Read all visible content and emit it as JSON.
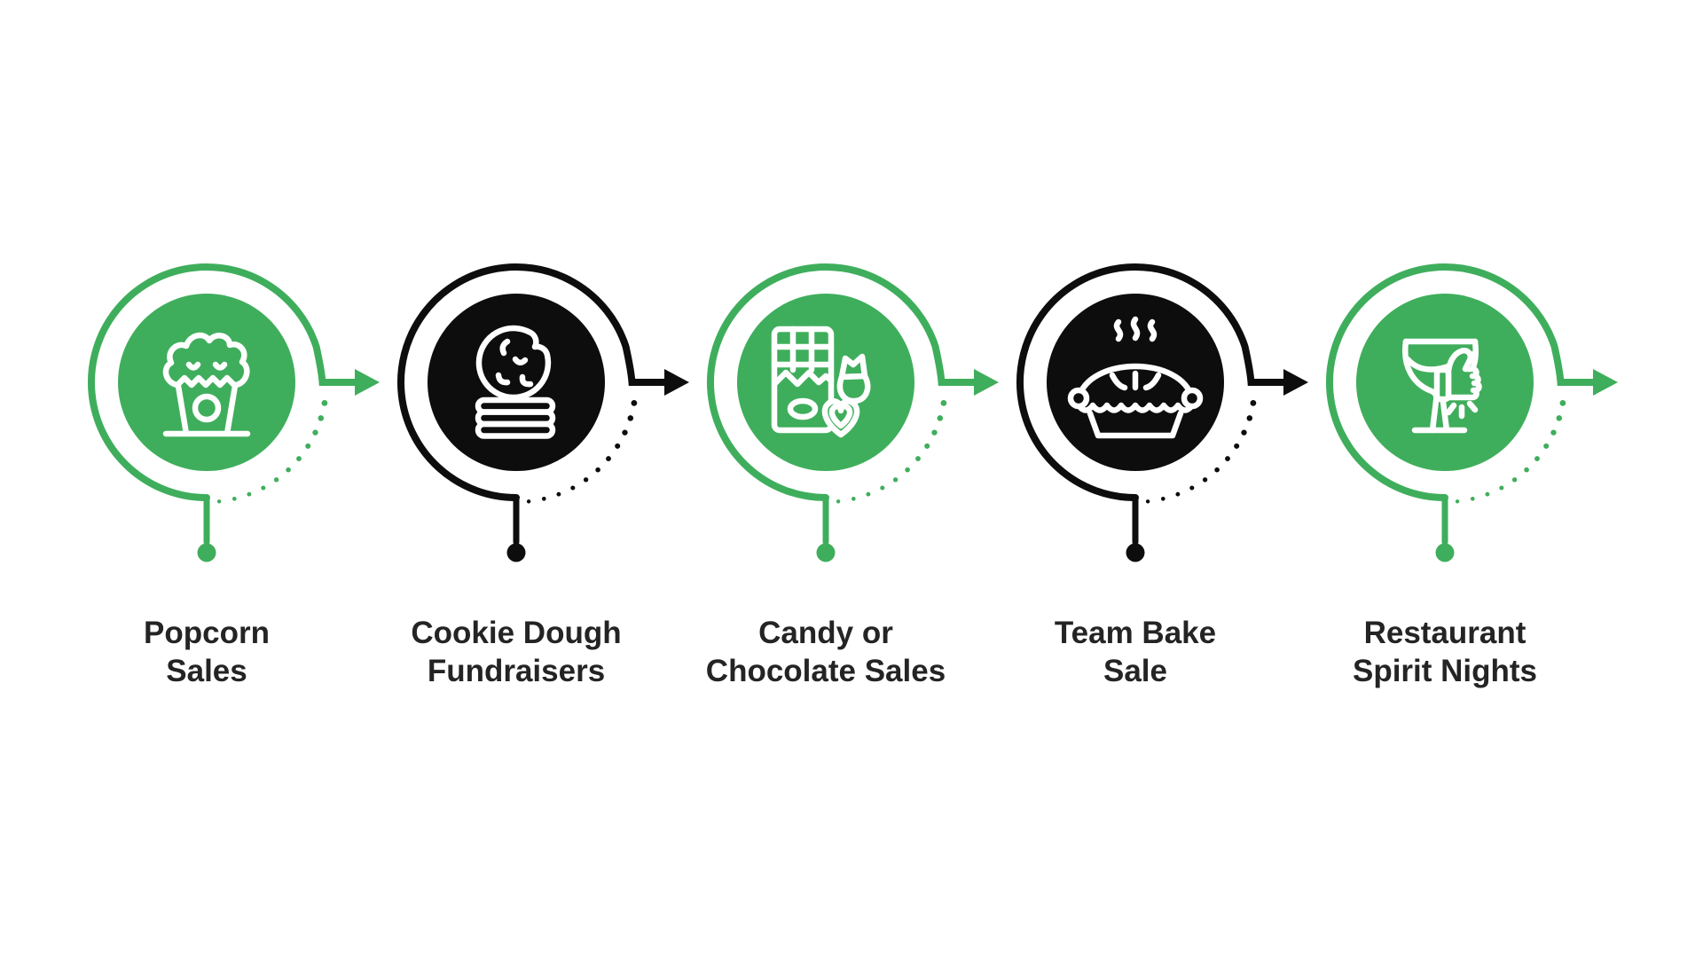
{
  "diagram": {
    "background_color": "#ffffff",
    "colors": {
      "green": "#3fae5c",
      "black": "#0d0d0d",
      "icon_stroke": "#ffffff",
      "label_text": "#242424"
    },
    "steps": [
      {
        "id": "popcorn-sales",
        "theme": "green",
        "icon": "popcorn-icon",
        "label_lines": [
          "Popcorn",
          "Sales"
        ]
      },
      {
        "id": "cookie-dough-fundraisers",
        "theme": "black",
        "icon": "cookie-stack-icon",
        "label_lines": [
          "Cookie Dough",
          "Fundraisers"
        ]
      },
      {
        "id": "candy-chocolate-sales",
        "theme": "green",
        "icon": "chocolate-candy-heart-icon",
        "label_lines": [
          "Candy or",
          "Chocolate Sales"
        ]
      },
      {
        "id": "team-bake-sale",
        "theme": "black",
        "icon": "steaming-pie-icon",
        "label_lines": [
          "Team Bake",
          "Sale"
        ]
      },
      {
        "id": "restaurant-spirit-nights",
        "theme": "green",
        "icon": "drink-thumbs-up-icon",
        "label_lines": [
          "Restaurant",
          "Spirit Nights"
        ]
      }
    ]
  }
}
